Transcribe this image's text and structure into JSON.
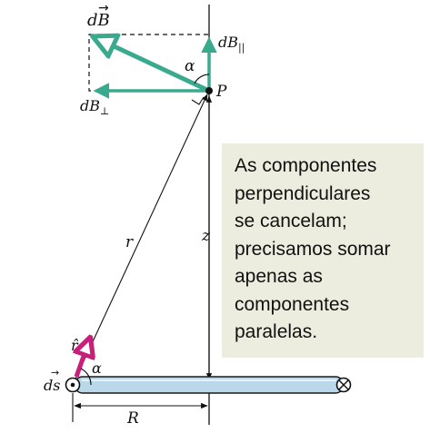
{
  "figure": {
    "labels": {
      "dB": "dB",
      "dB_parallel": "dB",
      "dB_parallel_sub": "||",
      "dB_perp": "dB",
      "dB_perp_sub": "⊥",
      "alpha_top": "α",
      "point": "P",
      "r": "r",
      "z": "z",
      "r_hat": "r̂",
      "alpha_bottom": "α",
      "ds": "ds",
      "R": "R"
    },
    "callout": "As componentes\nperpendiculares\nse cancelam;\nprecisamos somar\napenas as\ncomponentes\nparalelas.",
    "colors": {
      "vector": "#3aaa8e",
      "rhat": "#c8207a",
      "wire_fill": "#b9d8e9",
      "wire_stroke": "#1a1a1a",
      "callout_bg": "#ecedde"
    }
  }
}
